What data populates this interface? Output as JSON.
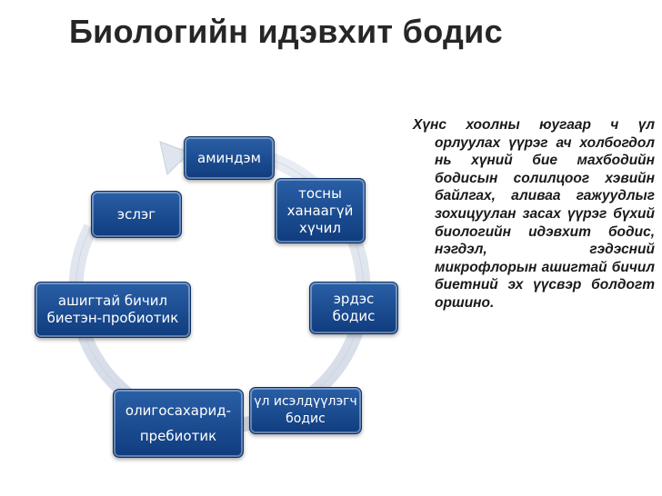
{
  "slide": {
    "title": "Биологийн идэвхит бодис",
    "description": "Хүнс хоолны юугаар ч үл орлуулах үүрэг ач холбогдол нь хүний бие махбодийн бодисын солилцоог хэвийн байлгах, аливаа гажуудлыг зохицуулан засах үүрэг бүхий биологийн идэвхит бодис, нэгдэл, гэдэсний микрофлорын ашигтай бичил биетний эх үүсвэр болдогт оршино."
  },
  "diagram": {
    "nodes": [
      {
        "id": "amindem",
        "label": "аминдэм"
      },
      {
        "id": "tosny",
        "label": "тосны\nханаагүй\nхүчил"
      },
      {
        "id": "erdes",
        "label": "эрдэс\nбодис"
      },
      {
        "id": "ul",
        "label": "үл исэлдүүлэгч\nбодис"
      },
      {
        "id": "oligo",
        "label": "олигосахарид-\nпребиотик"
      },
      {
        "id": "ashigtai",
        "label": "ашигтай бичил\nбиетэн-пробиотик"
      },
      {
        "id": "eslag",
        "label": "эслэг"
      }
    ],
    "colors": {
      "node_fill": "#1f4f93",
      "ring": "#dde3ee",
      "node_text": "#ffffff"
    }
  }
}
